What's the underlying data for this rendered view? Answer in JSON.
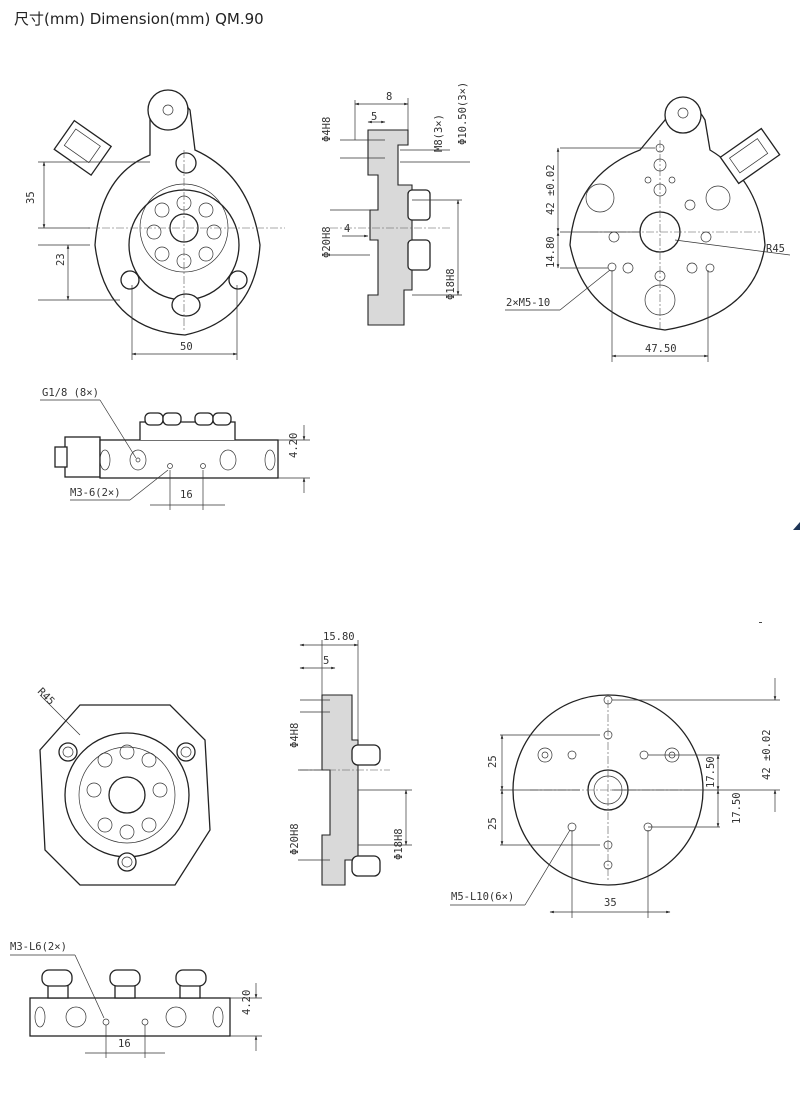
{
  "title": "尺寸(mm) Dimension(mm)  QM.90",
  "dims": {
    "d35": "35",
    "d23": "23",
    "d50": "50",
    "d8": "8",
    "d5": "5",
    "d4h8": "Φ4H8",
    "m8": "M8(3×)",
    "d1050": "Φ10.50(3×)",
    "d20h8": "Φ20H8",
    "d4": "4",
    "d18h8": "Φ18H8",
    "d42": "42 ±0.02",
    "d1480": "14.80",
    "r45": "R45",
    "m5": "2×M5-10",
    "d4750": "47.50",
    "g18": "G1/8 (8×)",
    "d420": "4.20",
    "m36": "M3-6(2×)",
    "d16": "16",
    "b_r45": "R45",
    "b_1580": "15.80",
    "b_5": "5",
    "b_4h8": "Φ4H8",
    "b_20h8": "Φ20H8",
    "b_18h8": "Φ18H8",
    "b_25a": "25",
    "b_25b": "25",
    "b_1750a": "17.50",
    "b_1750b": "17.50",
    "b_42": "42 ±0.02",
    "b_m5": "M5-L10(6×)",
    "b_35": "35",
    "b_m3": "M3-L6(2×)",
    "b_420": "4.20",
    "b_16": "16"
  }
}
